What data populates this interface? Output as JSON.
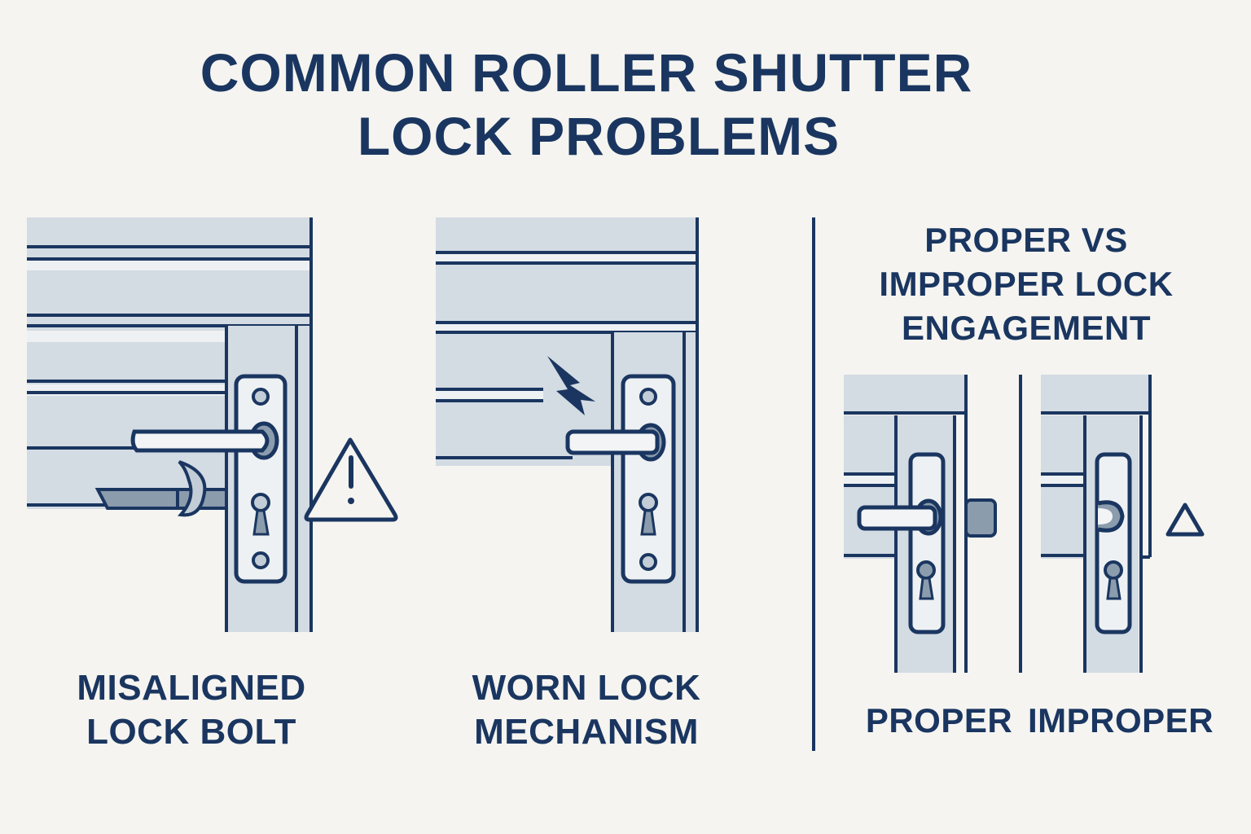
{
  "title": {
    "line1": "COMMON ROLLER SHUTTER",
    "line2": "LOCK PROBLEMS"
  },
  "panels": [
    {
      "label_line1": "MISALIGNED",
      "label_line2": "LOCK BOLT",
      "icon": "warning-triangle-icon"
    },
    {
      "label_line1": "WORN LOCK",
      "label_line2": "MECHANISM",
      "icon": "crack-lightning-icon"
    }
  ],
  "comparison": {
    "heading_line1": "PROPER VS",
    "heading_line2": "IMPROPER LOCK",
    "heading_line3": "ENGAGEMENT",
    "proper_label": "PROPER",
    "improper_label": "IMPROPER",
    "improper_icon": "triangle-outline-icon"
  },
  "colors": {
    "ink": "#1a3660",
    "panel": "#d3dbe3",
    "background": "#f5f4f0",
    "metal": "#8b9cad"
  }
}
